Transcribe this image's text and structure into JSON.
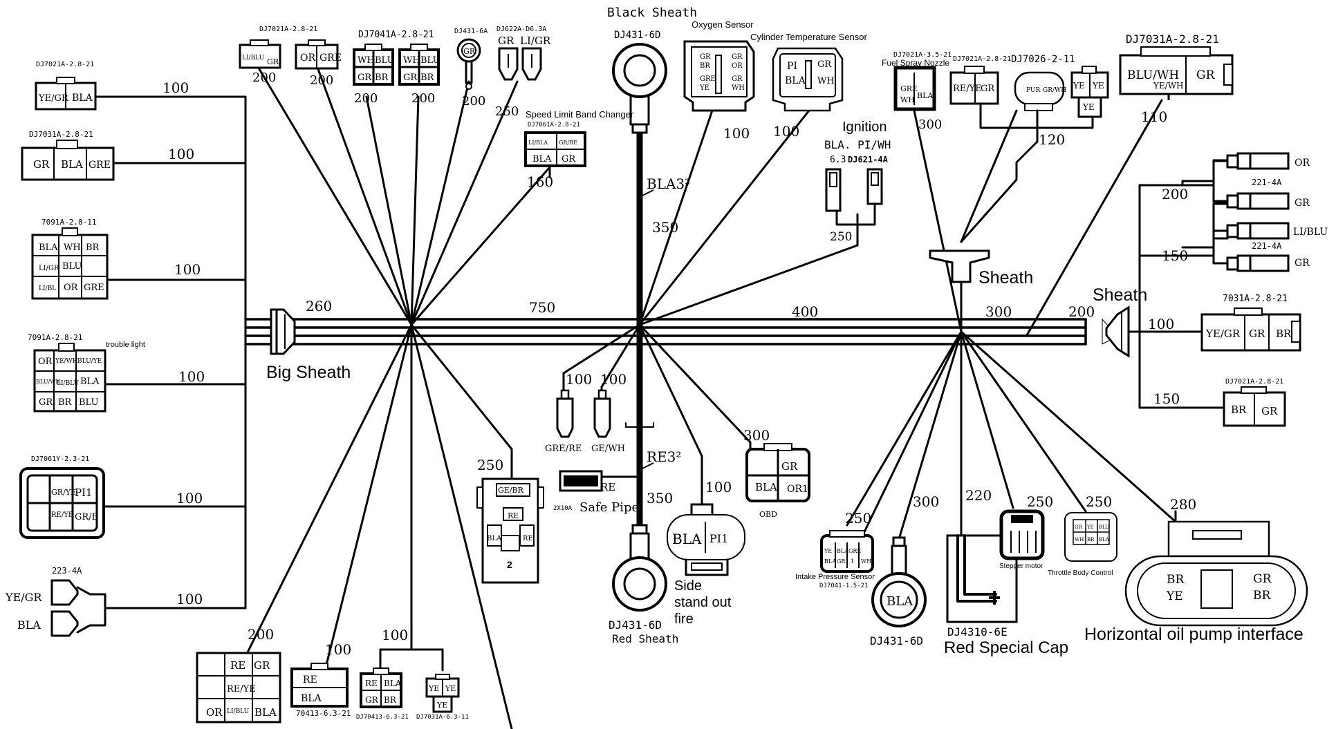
{
  "diagram": {
    "trunk_labels": [
      "260",
      "750",
      "400",
      "300",
      "200"
    ],
    "vertical_labels": [
      "BLA3²",
      "350",
      "RE3²",
      "350"
    ],
    "left_connectors": [
      {
        "part": "DJ7021A-2.8-21",
        "pins": [
          "YE/GR",
          "BLA"
        ],
        "length": "100"
      },
      {
        "part": "DJ7031A-2.8-21",
        "pins": [
          "GR",
          "BLA",
          "GRE"
        ],
        "length": "100"
      },
      {
        "part": "7091A-2.8-11",
        "pins": [
          "BLA",
          "WH",
          "BR",
          "LI/GR",
          "BLU",
          "LI/BL",
          "OR",
          "GRE"
        ],
        "length": "100"
      },
      {
        "part": "7091A-2.8-21",
        "pins": [
          "OR",
          "YE/WH",
          "BLU/YE",
          "BLU/WH",
          "LI/BLU",
          "BLA",
          "GR",
          "BR",
          "BLU"
        ],
        "note": "trouble light",
        "length": "100"
      },
      {
        "part": "DJ7061Y-2.3-21",
        "pins": [
          "GR/YE",
          "PI1",
          "RE/YE",
          "GR/B"
        ],
        "length": "100"
      },
      {
        "part": "223-4A",
        "pins": [
          "YE/GR",
          "BLA"
        ],
        "length": "100"
      }
    ],
    "top_connectors": [
      {
        "part": "DJ7021A-2.8-21",
        "pins": [
          "LI/BLU",
          "GR"
        ],
        "length": "200"
      },
      {
        "part": "",
        "pins": [
          "OR",
          "GRE"
        ],
        "length": "200"
      },
      {
        "part": "DJ7041A-2.8-21",
        "pins": [
          "WH",
          "BLU",
          "GR",
          "BR"
        ],
        "length": "200"
      },
      {
        "part": "",
        "pins": [
          "WH",
          "BLU",
          "GR",
          "BR"
        ],
        "length": "200"
      },
      {
        "part": "DJ431-6A",
        "pins": [
          "GR"
        ],
        "length": "200"
      },
      {
        "part": "DJ622A-D6.3A",
        "pins": [
          "GR",
          "LI/GR"
        ],
        "length": "250"
      },
      {
        "part": "DJ7061A-2.8-21",
        "title": "Speed Limit Band Changer",
        "pins": [
          "LI/BLA",
          "GR/RE",
          "BLA",
          "GR"
        ],
        "length": "160"
      }
    ],
    "black_sheath": {
      "title": "Black Sheath",
      "part": "DJ431-6D"
    },
    "oxygen_sensor": {
      "title": "Oxygen Sensor",
      "pins": [
        "GR",
        "BR",
        "GR",
        "OR",
        "GRE",
        "YE",
        "GR",
        "WH"
      ],
      "length": "100"
    },
    "cyl_temp_sensor": {
      "title": "Cylinder Temperature Sensor",
      "pins": [
        "PI",
        "GR",
        "BLA",
        "WH"
      ],
      "length": "100"
    },
    "ignition": {
      "title": "Ignition",
      "line1": "BLA. PI/WH",
      "line2": "6.3",
      "line2b": "DJ621-4A",
      "length": "250"
    },
    "fuel_nozzle": {
      "part": "DJ7021A-3.5-21",
      "title": "Fuel Spray Nozzle",
      "pins": [
        "GRE",
        "WH",
        "BLA"
      ],
      "length": "300"
    },
    "top_right_a": {
      "part": "DJ7021A-2.8-21",
      "pins": [
        "RE/YE",
        "GR"
      ]
    },
    "top_right_b": {
      "part": "DJ7026-2-11",
      "pins": [
        "PUR",
        "GR/WH"
      ]
    },
    "top_right_c": {
      "pins": [
        "YE",
        "YE",
        "YE"
      ],
      "length": "120"
    },
    "far_right_top": {
      "part": "DJ7031A-2.8-21",
      "pins": [
        "BLU/WH",
        "YE/WH",
        "GR"
      ],
      "length": "110"
    },
    "right_plugs": [
      {
        "label": "OR",
        "part": ""
      },
      {
        "label": "GR",
        "part": "221-4A"
      },
      {
        "label": "LI/BLU",
        "part": ""
      },
      {
        "label": "GR",
        "part": "221-4A"
      }
    ],
    "right_plug_lengths": [
      "200",
      "150"
    ],
    "sheath_mid": "Sheath",
    "sheath_right": "Sheath",
    "right_conn_1": {
      "part": "7031A-2.8-21",
      "pins": [
        "YE/GR",
        "GR",
        "BR"
      ],
      "length": "100"
    },
    "right_conn_2": {
      "part": "DJ7021A-2.8-21",
      "pins": [
        "BR",
        "GR"
      ],
      "length": "150"
    },
    "big_sheath": "Big Sheath",
    "mid_plugs": {
      "lengths": [
        "100",
        "100"
      ],
      "labels": [
        "GRE/RE",
        "GE/WH"
      ]
    },
    "fuse": {
      "title": "Safe Pipe",
      "part": "2X10A",
      "mark": "RE"
    },
    "relay": {
      "length": "250",
      "pins": [
        "GE/BR",
        "RE",
        "BLA",
        "RE"
      ],
      "num": "2"
    },
    "side_stand": {
      "title": "Side stand out fire",
      "pins": [
        "BLA",
        "PI1"
      ],
      "length": "100"
    },
    "red_sheath": {
      "part": "DJ431-6D",
      "title": "Red Sheath"
    },
    "obd": {
      "title": "OBD",
      "pins": [
        "GR",
        "BLA",
        "OR1"
      ],
      "length": "300"
    },
    "intake_sensor": {
      "title": "Intake Pressure Sensor",
      "part": "DJ7041-1.5-21",
      "pins": [
        "YE",
        "BLA",
        "GRE",
        "1",
        "BLA",
        "GR",
        "WH"
      ],
      "length": "250"
    },
    "bottom_ring": {
      "pin": "BLA",
      "part": "DJ431-6D",
      "length": "300"
    },
    "red_cap": {
      "part": "DJ4310-6E",
      "title": "Red Special Cap",
      "length": "220"
    },
    "stepper": {
      "title": "Stepper motor",
      "length": "250"
    },
    "throttle": {
      "title": "Throttle Body Control",
      "pins": [
        "GR",
        "YE",
        "BLU",
        "WH",
        "BR",
        "BLA"
      ],
      "length": "250"
    },
    "oil_pump": {
      "title": "Horizontal oil pump interface",
      "pins": [
        "BR",
        "GR",
        "YE",
        "BR"
      ],
      "length": "280"
    },
    "bottom_connectors": [
      {
        "part": "",
        "pins": [
          "RE",
          "GR",
          "RE/YE",
          "OR",
          "LI/BLU",
          "BLA"
        ],
        "length": "200"
      },
      {
        "part": "70413-6.3-21",
        "pins": [
          "RE",
          "BLA"
        ],
        "length": "100"
      },
      {
        "part": "DJ70413-6.3-21",
        "pins": [
          "RE",
          "BLA",
          "GR",
          "BR"
        ],
        "length": "100"
      },
      {
        "part": "DJ7031A-6.3-11",
        "pins": [
          "YE",
          "YE",
          "YE"
        ]
      }
    ]
  }
}
